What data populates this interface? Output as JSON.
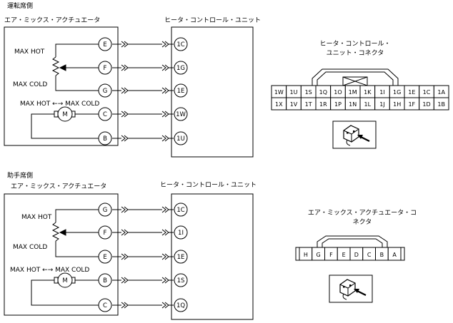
{
  "sections": [
    {
      "id": "driver",
      "heading": "運転席側",
      "actuator_title": "エア・ミックス・アクチュエータ",
      "unit_title": "ヒータ・コントロール・ユニット",
      "max_hot": "MAX HOT",
      "max_cold": "MAX COLD",
      "motor_label": "MAX HOT ←→ MAX COLD",
      "motor_symbol": "M",
      "wires": [
        {
          "act_pin": "E",
          "unit_pin": "1C"
        },
        {
          "act_pin": "F",
          "unit_pin": "1G"
        },
        {
          "act_pin": "G",
          "unit_pin": "1E"
        },
        {
          "act_pin": "C",
          "unit_pin": "1W"
        },
        {
          "act_pin": "B",
          "unit_pin": "1U"
        }
      ]
    },
    {
      "id": "passenger",
      "heading": "助手席側",
      "actuator_title": "エア・ミックス・アクチュエータ",
      "unit_title": "ヒータ・コントロール・ユニット",
      "max_hot": "MAX HOT",
      "max_cold": "MAX COLD",
      "motor_label": "MAX HOT ←→ MAX COLD",
      "motor_symbol": "M",
      "wires": [
        {
          "act_pin": "G",
          "unit_pin": "1C"
        },
        {
          "act_pin": "F",
          "unit_pin": "1I"
        },
        {
          "act_pin": "E",
          "unit_pin": "1E"
        },
        {
          "act_pin": "B",
          "unit_pin": "1S"
        },
        {
          "act_pin": "C",
          "unit_pin": "1Q"
        }
      ]
    }
  ],
  "connector_unit": {
    "title_line1": "ヒータ・コントロール・",
    "title_line2": "ユニット・コネクタ",
    "row1": [
      "1W",
      "1U",
      "1S",
      "1Q",
      "1O",
      "1M",
      "1K",
      "1I",
      "1G",
      "1E",
      "1C",
      "1A"
    ],
    "row2": [
      "1X",
      "1V",
      "1T",
      "1R",
      "1P",
      "1N",
      "1L",
      "1J",
      "1H",
      "1F",
      "1D",
      "1B"
    ],
    "view_icon": "connector-view-icon"
  },
  "connector_actuator": {
    "title_line1": "エア・ミックス・アクチュエータ・コ",
    "title_line2": "ネクタ",
    "row": [
      "H",
      "G",
      "F",
      "E",
      "D",
      "C",
      "B",
      "A"
    ],
    "view_icon": "connector-view-icon"
  }
}
